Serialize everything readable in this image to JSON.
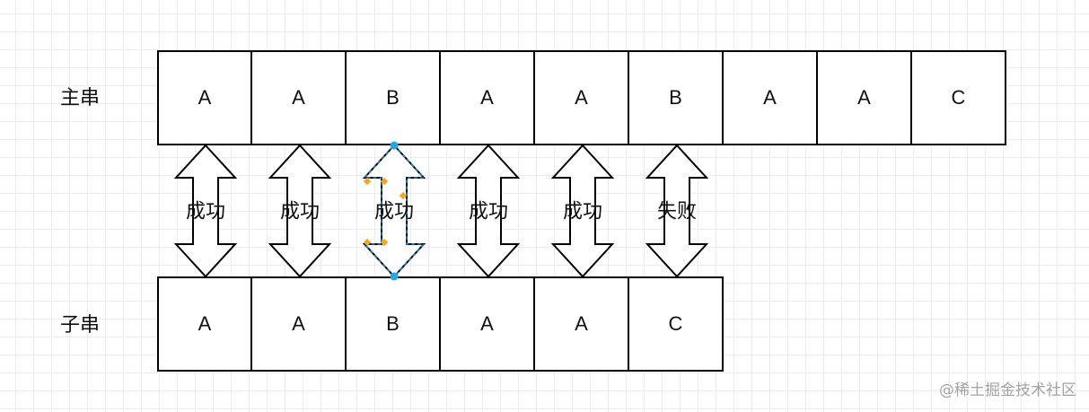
{
  "diagram": {
    "main_label": "主串",
    "sub_label": "子串",
    "main_string": [
      "A",
      "A",
      "B",
      "A",
      "A",
      "B",
      "A",
      "A",
      "C"
    ],
    "sub_string": [
      "A",
      "A",
      "B",
      "A",
      "A",
      "C"
    ],
    "comparisons": [
      {
        "label": "成功",
        "selected": false
      },
      {
        "label": "成功",
        "selected": false
      },
      {
        "label": "成功",
        "selected": true
      },
      {
        "label": "成功",
        "selected": false
      },
      {
        "label": "成功",
        "selected": false
      },
      {
        "label": "失败",
        "selected": false
      }
    ]
  },
  "colors": {
    "stroke": "#000000",
    "selection_stroke": "#1e88c8",
    "selection_handle": "#29a8e0",
    "vertex_handle": "#f5a623"
  },
  "watermark": "@稀土掘金技术社区"
}
